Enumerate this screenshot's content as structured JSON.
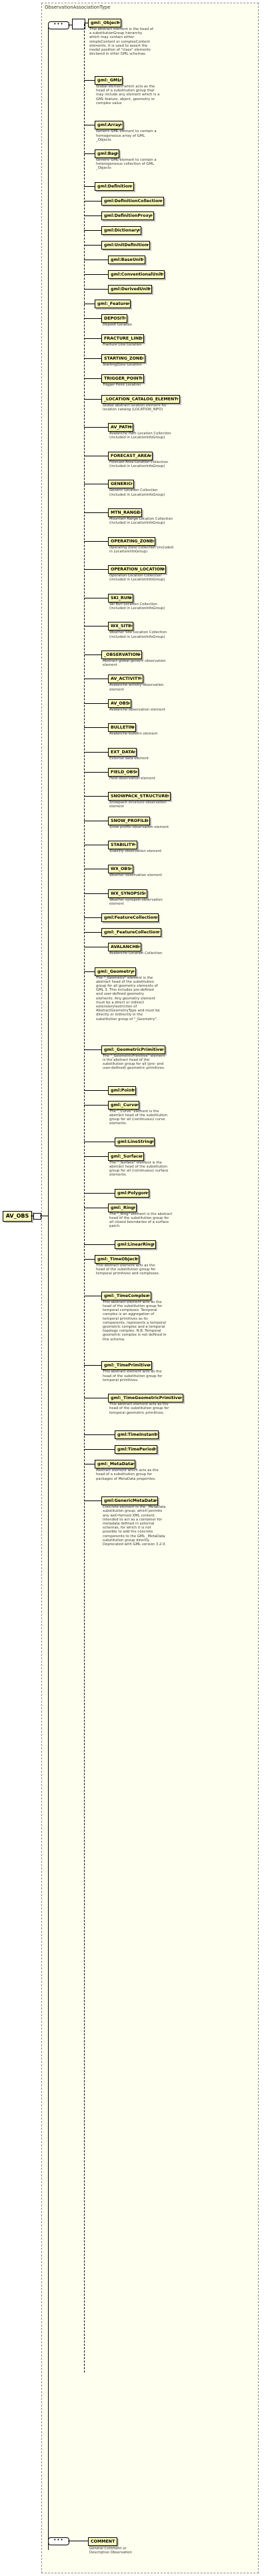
{
  "type_title": "ObservationAssociationType",
  "root_label": "AV_OBS",
  "comment": {
    "label": "COMMENT",
    "desc": "General Comment or Descriptive Observation"
  },
  "elements": [
    {
      "label": "gml:_Object",
      "desc": "This abstract element is the head of a substitutionGroup hierarchy which may contain either simpleContent or complexContent elements. It is used to assert the model position of \"class\" elements declared in other GML schemas."
    },
    {
      "label": "gml:_GML",
      "desc": "Global element which acts as the head of a substitution group that may include any element which is a GML feature, object, geometry or complex value"
    },
    {
      "label": "gml:Array",
      "desc": "Generic GML element to contain a homogeneous array of GML _Objects"
    },
    {
      "label": "gml:Bag",
      "desc": "Generic GML element to contain a heterogeneous collection of GML _Objects"
    },
    {
      "label": "gml:Definition",
      "desc": ""
    },
    {
      "label": "gml:DefinitionCollection",
      "desc": ""
    },
    {
      "label": "gml:DefinitionProxy",
      "desc": ""
    },
    {
      "label": "gml:Dictionary",
      "desc": ""
    },
    {
      "label": "gml:UnitDefinition",
      "desc": ""
    },
    {
      "label": "gml:BaseUnit",
      "desc": ""
    },
    {
      "label": "gml:ConventionalUnit",
      "desc": ""
    },
    {
      "label": "gml:DerivedUnit",
      "desc": ""
    },
    {
      "label": "gml:_Feature",
      "desc": ""
    },
    {
      "label": "DEPOSIT",
      "desc": "Deposit Location"
    },
    {
      "label": "FRACTURE_LINE",
      "desc": "Fracture Line Location"
    },
    {
      "label": "STARTING_ZONE",
      "desc": "StartingZone Location"
    },
    {
      "label": "TRIGGER_POINT",
      "desc": "Trigger Point Location"
    },
    {
      "label": "_LOCATION_CATALOG_ELEMENT",
      "desc": "Global abstract location element for location catalog (LOCATION_INFO)"
    },
    {
      "label": "AV_PATH",
      "desc": "Avalanche Path Location Collection (included in LocationInfoGroup)"
    },
    {
      "label": "FORECAST_AREA",
      "desc": "Forecast Area Location Collection (included in LocationInfoGroup)"
    },
    {
      "label": "GENERIC",
      "desc": "Generic Location Collection (included in LocationInfoGroup)"
    },
    {
      "label": "MTN_RANGE",
      "desc": "Mountain Range Location Collection (included in LocationInfoGroup)"
    },
    {
      "label": "OPERATING_ZONE",
      "desc": "Operating Zone Collection (included in LocationInfoGroup)"
    },
    {
      "label": "OPERATION_LOCATION",
      "desc": "Operation Location Collection (included in LocationInfoGroup)"
    },
    {
      "label": "SKI_RUN",
      "desc": "Ski Run Location Collection (included in LocationInfoGroup)"
    },
    {
      "label": "WX_SITE",
      "desc": "Weather Site Location Collection (included in LocationInfoGroup)"
    },
    {
      "label": "_OBSERVATION",
      "desc": "Abstract global generic observation element"
    },
    {
      "label": "AV_ACTIVITY",
      "desc": "Avalanche activity observation element"
    },
    {
      "label": "AV_OBS",
      "desc": "Avalanche observation element"
    },
    {
      "label": "BULLETIN",
      "desc": "Avalanche bulletin element"
    },
    {
      "label": "EXT_DATA",
      "desc": "External data element"
    },
    {
      "label": "FIELD_OBS",
      "desc": "Field observation element"
    },
    {
      "label": "SNOWPACK_STRUCTURE",
      "desc": "Snowpack structure observation element"
    },
    {
      "label": "SNOW_PROFILE",
      "desc": "Snow profile observation element"
    },
    {
      "label": "STABILITY",
      "desc": "Stability observation element"
    },
    {
      "label": "WX_OBS",
      "desc": "Weather observation element"
    },
    {
      "label": "WX_SYNOPSIS",
      "desc": "Weather synopsis observation element"
    },
    {
      "label": "gml:FeatureCollection",
      "desc": ""
    },
    {
      "label": "gml:_FeatureCollection",
      "desc": ""
    },
    {
      "label": "AVALANCHE",
      "desc": "Avalanche Location Collection"
    },
    {
      "label": "gml:_Geometry",
      "desc": "The \"_Geometry\" element is the abstract head of the substitution group for all geometry elements of GML 3. This includes pre-defined and user-defined geometry elements. Any geometry element must be a direct or indirect extension/restriction of AbstractGeometryType and must be directly or indirectly in the substitution group of \"_Geometry\"."
    },
    {
      "label": "gml:_GeometricPrimitive",
      "desc": "The \"_GeometricPrimitive\" element is the abstract head of the substitution group for all (pre- and user-defined) geometric primitives."
    },
    {
      "label": "gml:Point",
      "desc": ""
    },
    {
      "label": "gml:_Curve",
      "desc": "The \"_Curve\" element is the abstract head of the substitution group for all (continuous) curve elements."
    },
    {
      "label": "gml:LineString",
      "desc": ""
    },
    {
      "label": "gml:_Surface",
      "desc": "The \"_Surface\" element is the abstract head of the substitution group for all (continuous) surface elements."
    },
    {
      "label": "gml:Polygon",
      "desc": ""
    },
    {
      "label": "gml:_Ring",
      "desc": "The \"_Ring\" element is the abstract head of the substitution group for all closed boundaries of a surface patch."
    },
    {
      "label": "gml:LinearRing",
      "desc": ""
    },
    {
      "label": "gml:_TimeObject",
      "desc": "This abstract element acts as the head of the substitution group for temporal primitives and complexes."
    },
    {
      "label": "gml:_TimeComplex",
      "desc": "This abstract element acts as the head of the substitution group for temporal complexes. Temporal complex is an aggregation of temporal primitives as its components, represents a temporal geometric complex and a temporal topology complex. N.B. Temporal geometric complex is not defined in this schema."
    },
    {
      "label": "gml:_TimePrimitive",
      "desc": "This abstract element acts as the head of the substitution group for temporal primitives."
    },
    {
      "label": "gml:_TimeGeometricPrimitive",
      "desc": "This abstract element acts as the head of the substitution group for temporal geometric primitives."
    },
    {
      "label": "gml:TimeInstant",
      "desc": ""
    },
    {
      "label": "gml:TimePeriod",
      "desc": ""
    },
    {
      "label": "gml:_MetaData",
      "desc": "Abstract element which acts as the head of a substitution group for packages of MetaData properties."
    },
    {
      "label": "gml:GenericMetaData",
      "desc": "Concrete element in the _MetaData substitution group, which permits any well-formed XML content. Intended to act as a container for metadata defined in external schemas, for which it is not possible to add the concrete components to the GML _MetaData substitution group directly. Deprecated with GML version 3.2.0."
    }
  ]
}
